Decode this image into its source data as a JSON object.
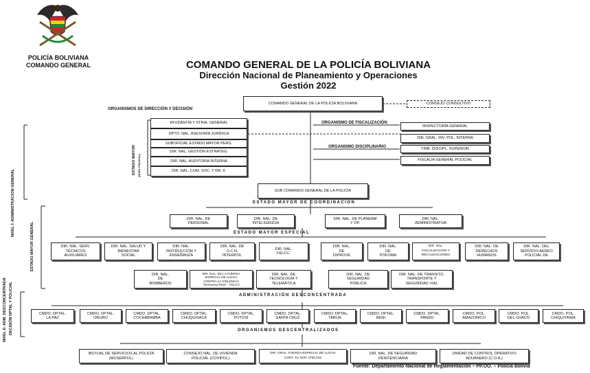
{
  "header": {
    "org_line1": "POLICÍA BOLIVIANA",
    "org_line2": "COMANDO GENERAL",
    "title": "COMANDO GENERAL DE LA POLICÍA BOLIVIANA",
    "subtitle": "Dirección Nacional de Planeamiento y Operaciones",
    "year": "Gestión 2022"
  },
  "sections": {
    "direccion": "ORGANISMOS DE DIRECCIÓN Y DECISIÓN",
    "fiscalizacion": "ORGANISMO DE FISCALIZACIÓN",
    "disciplinario": "ORGANISMO DISCIPLINARIO",
    "estado_mayor_coord": "ESTADO MAYOR DE COORDINACIÓN",
    "estado_mayor_esp": "ESTADO MAYOR ESPECIAL",
    "admin_desc": "ADMINISTRACIÓN DESCONCENTRADA",
    "org_desc": "ORGANISMOS DESCENTRALIZADOS",
    "v_estado_mayor": "ESTADO MAYOR",
    "v_estado_mayor_sub": "(NIVEL POLICIAL)",
    "v_nivel1": "NIVEL I: ADMINISTRACION GENERAL",
    "v_estado_mayor2": "ESTADO MAYOR GENERAL",
    "v_nivel2a": "NIVEL II: ADM. DESCONCENTRADA",
    "v_nivel2b": "DECISIÓN DPTAL Y POLICIAL"
  },
  "top": {
    "comando": "COMANDO GENERAL DE LA POLICÍA BOLIVIANA",
    "consejo": "CONSEJO CONSULTIVO"
  },
  "staff": [
    "AYUDANTÍA Y STRIA. GENERAL",
    "DPTO. NAL. ASESORÍA JURÍDICA",
    "SUBOFICIAL ESTADO MAYOR PERS.",
    "DIR. NAL. GESTIÓN ESTRATÉG.",
    "DIR. NAL. AUDITORÍA INTERNA",
    "DIR. NAL. COM. SOC. Y RR. II."
  ],
  "fiscal": [
    "INSPECTORÍA GENERAL",
    "DIR. GRAL. INV. POL. INTERNA",
    "TRIB. DISCIPL. SUPERIOR",
    "FISCALÍA GENERAL POLICIAL"
  ],
  "sub_comando": "SUB COMANDO GENERAL DE LA POLICÍA",
  "coord": [
    "DIR. NAL. DE\nPERSONAL",
    "DIR. NAL. DE\nINTELIGENCIA",
    "DIR. NAL. DE PLANEAM\nY OP.",
    "DIR. NAL.\nADMINISTRATIVA"
  ],
  "esp_row1": [
    "DIR. NAL. SERV.\nTECNICOS\nAUXILIARES",
    "DIR. NAL. SALUD Y\nBIENESTAR\nSOCIAL",
    "DIR. NAL.\nINSTRUCCIÓN Y\nENSEÑANZA",
    "DIR. NAL. DE\nO.C.N.\nINTERPOL",
    "DIR. NAL.\nFELCC.",
    "DIR. NAL.\nDE\nDIPROVE",
    "DIR. NAL.\nDE\nPOFOMA",
    "DIR. NAL.\nFISCALIZACION Y\nRECAUDACIONES",
    "DIR. NAL. DE\nDERECHOS\nHUMANOS",
    "DIR. NAL. DEL\nSERVICIO AEREO\nPOLICIAL DE"
  ],
  "esp_row2": [
    "DIR. NAL.\nDE\nBOMBEROS",
    "DIR. NAL. DE LA FUERZA\nESPECIAL DE LUCHA\nCONTRA LA VIOLENCIA\n\"Genoveva Ríos\" - FELCV",
    "DIR. NAL. DE\nTECNOLOGÍA Y\nTELEMÁTICA",
    "DIR. NAL. DE\nSEGURIDAD\nPÚBLICA",
    "DIR. NAL. DE TRANSITO,\nTRANSPORTE Y\nSEGURIDAD VIAL"
  ],
  "depts": [
    "CMDO. DPTAL.\nLA PAZ",
    "CMDO. DPTAL.\nORURO",
    "CMDO. DPTAL.\nCOCHABAMBA",
    "CMDO. DPTAL.\nCHUQUISACA",
    "CMDO. DPTAL.\nPOTOSÍ",
    "CMDO. DPTAL.\nSANTA CRUZ",
    "CMDO. DPTAL.\nTARIJA",
    "CMDO. DPTAL.\nBENI",
    "CMDO. DPTAL.\nPANDO",
    "CMDO. POL.\nAMAZÓNICO",
    "CMDO. POL.\nDEL CHACO",
    "CMDO. POL.\nCHIQUITANÍA"
  ],
  "descentralizados": [
    "MUTUAL DE SERVICIOS AL POLICÍA\n(MUSERPOL)",
    "CONSEJO NAL. DE VIVIENDA\nPOLICIAL (COVIPOL)",
    "DIR. GRAL. FUERZA ESPECIAL DE LUCHA\nCONT. EL NAR. (FELCN)",
    "DIR. NAL. DE SEGURIDAD\nPENITENCIARIA",
    "UNIDAD DE CONTROL OPERATIVO\nADUANERO (C.O.A.)"
  ],
  "source": "Fuente: Departamento Nacional de Reglamentación – PP.OO. – Policía Bolivia"
}
